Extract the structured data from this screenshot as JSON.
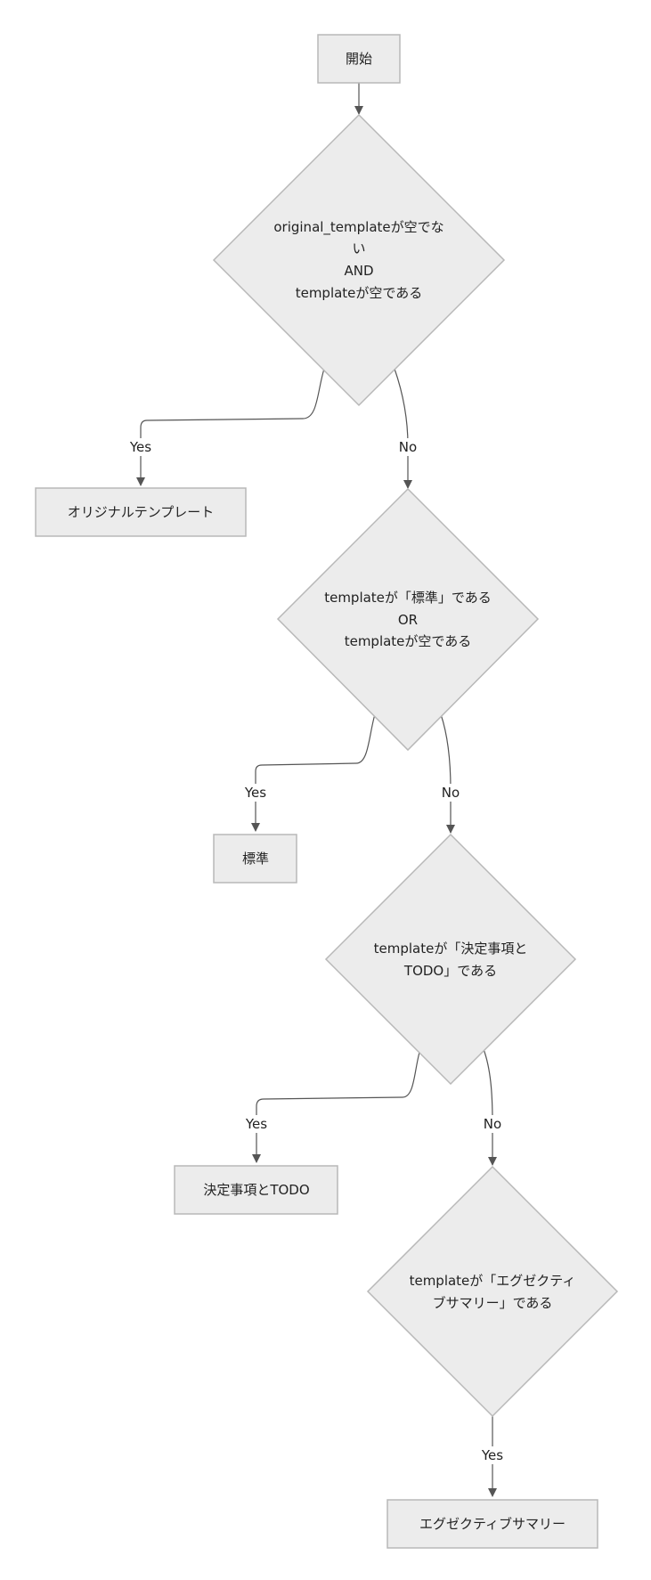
{
  "nodes": {
    "start": "開始",
    "decision1": [
      "original_templateが空でな",
      "い",
      "AND",
      "templateが空である"
    ],
    "original": "オリジナルテンプレート",
    "decision2": [
      "templateが「標準」である",
      "OR",
      "templateが空である"
    ],
    "standard": "標準",
    "decision3": [
      "templateが「決定事項と",
      "TODO」である"
    ],
    "decisions_todo": "決定事項とTODO",
    "decision4": [
      "templateが「エグゼクティ",
      "ブサマリー」である"
    ],
    "executive": "エグゼクティブサマリー"
  },
  "edges": {
    "d1_yes": "Yes",
    "d1_no": "No",
    "d2_yes": "Yes",
    "d2_no": "No",
    "d3_yes": "Yes",
    "d3_no": "No",
    "d4_yes": "Yes"
  }
}
